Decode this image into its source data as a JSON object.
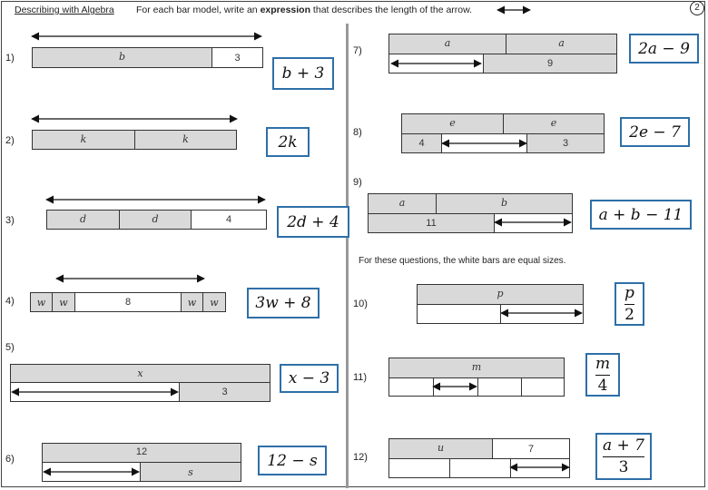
{
  "header": {
    "title": "Describing with Algebra",
    "subtitle_pre": "For each bar model, write an ",
    "subtitle_bold": "expression",
    "subtitle_post": " that describes the length of the arrow.",
    "page_number": "2"
  },
  "note": "For these questions, the white bars are equal sizes.",
  "questions": [
    {
      "n": "1)",
      "bars": [
        "b",
        "3"
      ],
      "answer": "b + 3"
    },
    {
      "n": "2)",
      "bars": [
        "k",
        "k"
      ],
      "answer": "2k"
    },
    {
      "n": "3)",
      "bars": [
        "d",
        "d",
        "4"
      ],
      "answer": "2d + 4"
    },
    {
      "n": "4)",
      "bars": [
        "w",
        "w",
        "8",
        "w",
        "w"
      ],
      "answer": "3w + 8"
    },
    {
      "n": "5)",
      "bars": [
        "x",
        "3"
      ],
      "answer": "x − 3"
    },
    {
      "n": "6)",
      "bars": [
        "12",
        "s"
      ],
      "answer": "12 − s"
    },
    {
      "n": "7)",
      "bars": [
        "a",
        "a",
        "9"
      ],
      "answer": "2a − 9"
    },
    {
      "n": "8)",
      "bars": [
        "e",
        "e",
        "4",
        "3"
      ],
      "answer": "2e − 7"
    },
    {
      "n": "9)",
      "bars": [
        "a",
        "b",
        "11"
      ],
      "answer": "a + b − 11"
    },
    {
      "n": "10)",
      "bars": [
        "p"
      ],
      "answer_num": "p",
      "answer_den": "2"
    },
    {
      "n": "11)",
      "bars": [
        "m"
      ],
      "answer_num": "m",
      "answer_den": "4"
    },
    {
      "n": "12)",
      "bars": [
        "u",
        "7"
      ],
      "answer_num": "a + 7",
      "answer_den": "3"
    }
  ]
}
